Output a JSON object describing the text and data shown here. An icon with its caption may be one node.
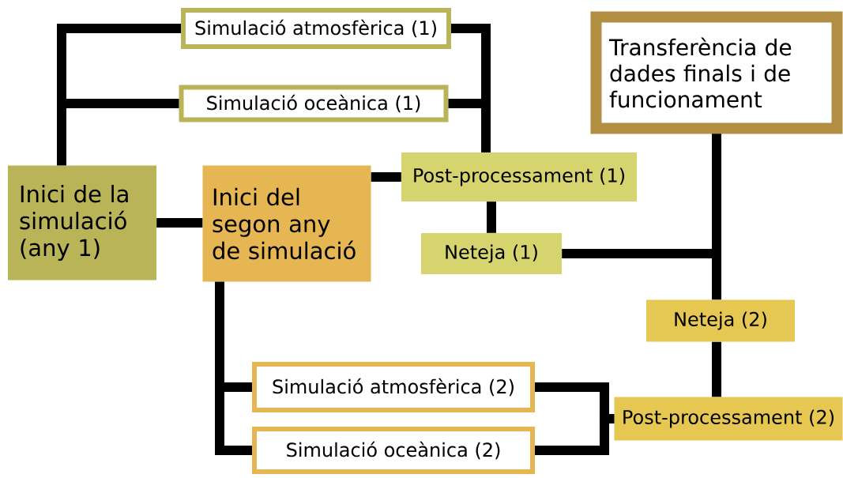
{
  "diagram": {
    "nodes": [
      {
        "text": [
          "Inici de la simulació (any 1)"
        ]
      },
      {
        "text": [
          "Simulació atmosfèrica (1)"
        ]
      },
      {
        "text": [
          "Simulació oceànica (1)"
        ]
      },
      {
        "text": [
          "Inici del segon any de simulació"
        ]
      },
      {
        "text": [
          "Post-processament (1)"
        ]
      },
      {
        "text": [
          "Neteja (1)"
        ]
      },
      {
        "text": [
          "Transferència de dades finals i de funcionament"
        ]
      },
      {
        "text": [
          "Neteja (2)"
        ]
      },
      {
        "text": [
          "Simulació atmosfèrica (2)"
        ]
      },
      {
        "text": [
          "Simulació oceànica (2)"
        ]
      },
      {
        "text": [
          "Post-processament (2)"
        ]
      }
    ],
    "edges": [
      {
        "from": 0,
        "to": 1,
        "arrow": "none"
      },
      {
        "from": 0,
        "to": 2,
        "arrow": "none"
      },
      {
        "from": 0,
        "to": 3,
        "arrow": "none"
      },
      {
        "from": 1,
        "to": 4,
        "arrow": "none"
      },
      {
        "from": 2,
        "to": 4,
        "arrow": "none"
      },
      {
        "from": 3,
        "to": 4,
        "arrow": "none"
      },
      {
        "from": 4,
        "to": 5,
        "arrow": "none"
      },
      {
        "from": 5,
        "to": 6,
        "arrow": "none"
      },
      {
        "from": 7,
        "to": 6,
        "arrow": "none"
      },
      {
        "from": 3,
        "to": 8,
        "arrow": "none"
      },
      {
        "from": 3,
        "to": 9,
        "arrow": "none"
      },
      {
        "from": 8,
        "to": 10,
        "arrow": "none"
      },
      {
        "from": 9,
        "to": 10,
        "arrow": "none"
      },
      {
        "from": 10,
        "to": 7,
        "arrow": "none"
      }
    ]
  }
}
